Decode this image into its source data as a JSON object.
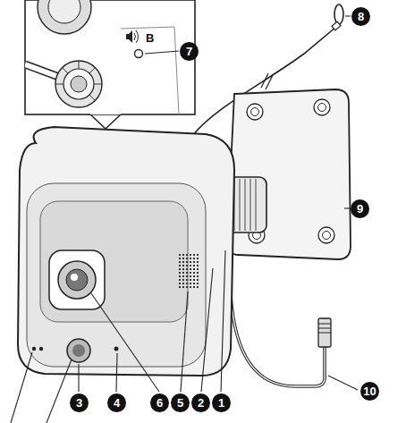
{
  "diagram": {
    "labels": [
      "B",
      "7",
      "8",
      "9",
      "10",
      "3",
      "4",
      "6",
      "5",
      "2",
      "1"
    ]
  }
}
